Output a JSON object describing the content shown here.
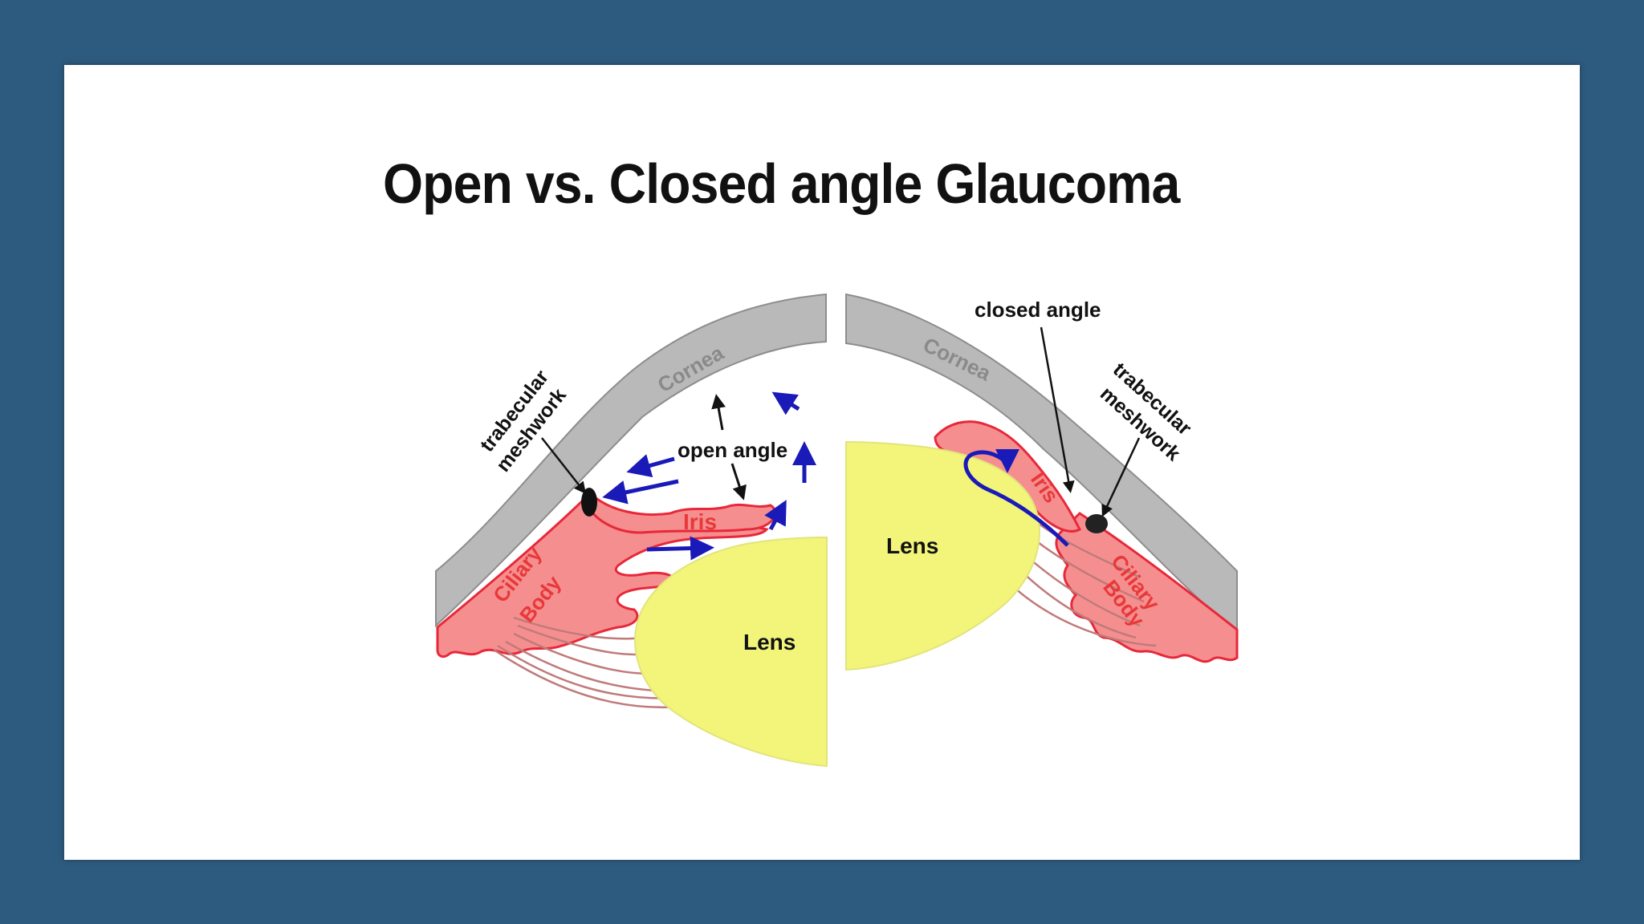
{
  "slide": {
    "title": "Open vs. Closed angle Glaucoma"
  },
  "diagram": {
    "left_panel": {
      "cornea": "Cornea",
      "trabecular_meshwork": [
        "trabecular",
        "meshwork"
      ],
      "open_angle": "open angle",
      "iris": "Iris",
      "ciliary_body": [
        "Ciliary",
        "Body"
      ],
      "lens": "Lens"
    },
    "right_panel": {
      "cornea": "Cornea",
      "closed_angle": "closed angle",
      "trabecular_meshwork": [
        "trabecular",
        "meshwork"
      ],
      "iris": "Iris",
      "ciliary_body": [
        "Ciliary",
        "Body"
      ],
      "lens": "Lens"
    }
  },
  "colors": {
    "frame": "#2d5a7f",
    "cornea": "#b8b8b8",
    "ciliary_fill": "#f58f8f",
    "ciliary_stroke": "#e8283a",
    "lens": "#f2f57a",
    "flow_arrow": "#1a1ab8"
  }
}
